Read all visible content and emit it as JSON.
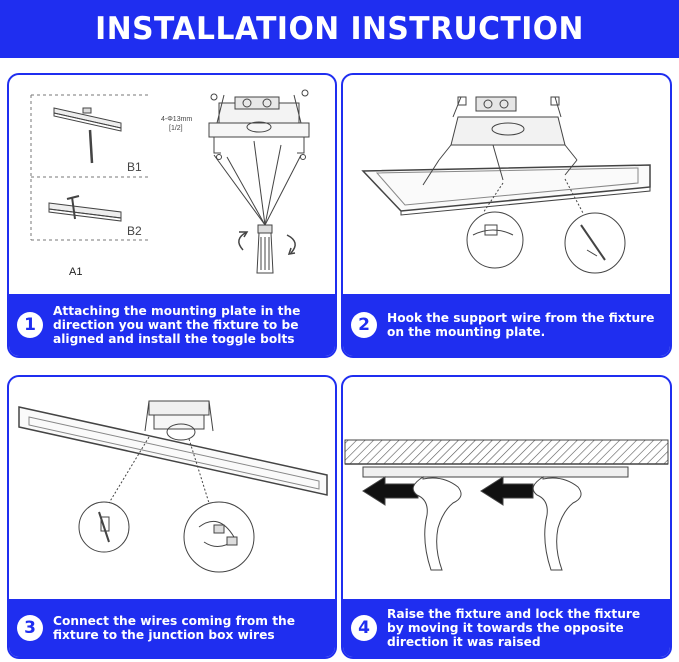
{
  "title": "INSTALLATION INSTRUCTION",
  "colors": {
    "accent": "#1f2ef0",
    "text_on_accent": "#ffffff"
  },
  "panels": [
    {
      "number": "1",
      "caption": "Attaching the mounting plate in the direction you want the fixture to be aligned and install the toggle bolts",
      "labels": {
        "b1": "B1",
        "b2": "B2",
        "a1": "A1",
        "spec": "4-Φ13mm",
        "spec2": "[1/2]"
      }
    },
    {
      "number": "2",
      "caption": "Hook the support wire from the fixture on the mounting plate."
    },
    {
      "number": "3",
      "caption": "Connect the wires coming from the fixture to the junction box wires"
    },
    {
      "number": "4",
      "caption": "Raise the fixture and lock the fixture by moving it towards the opposite direction it was raised"
    }
  ]
}
